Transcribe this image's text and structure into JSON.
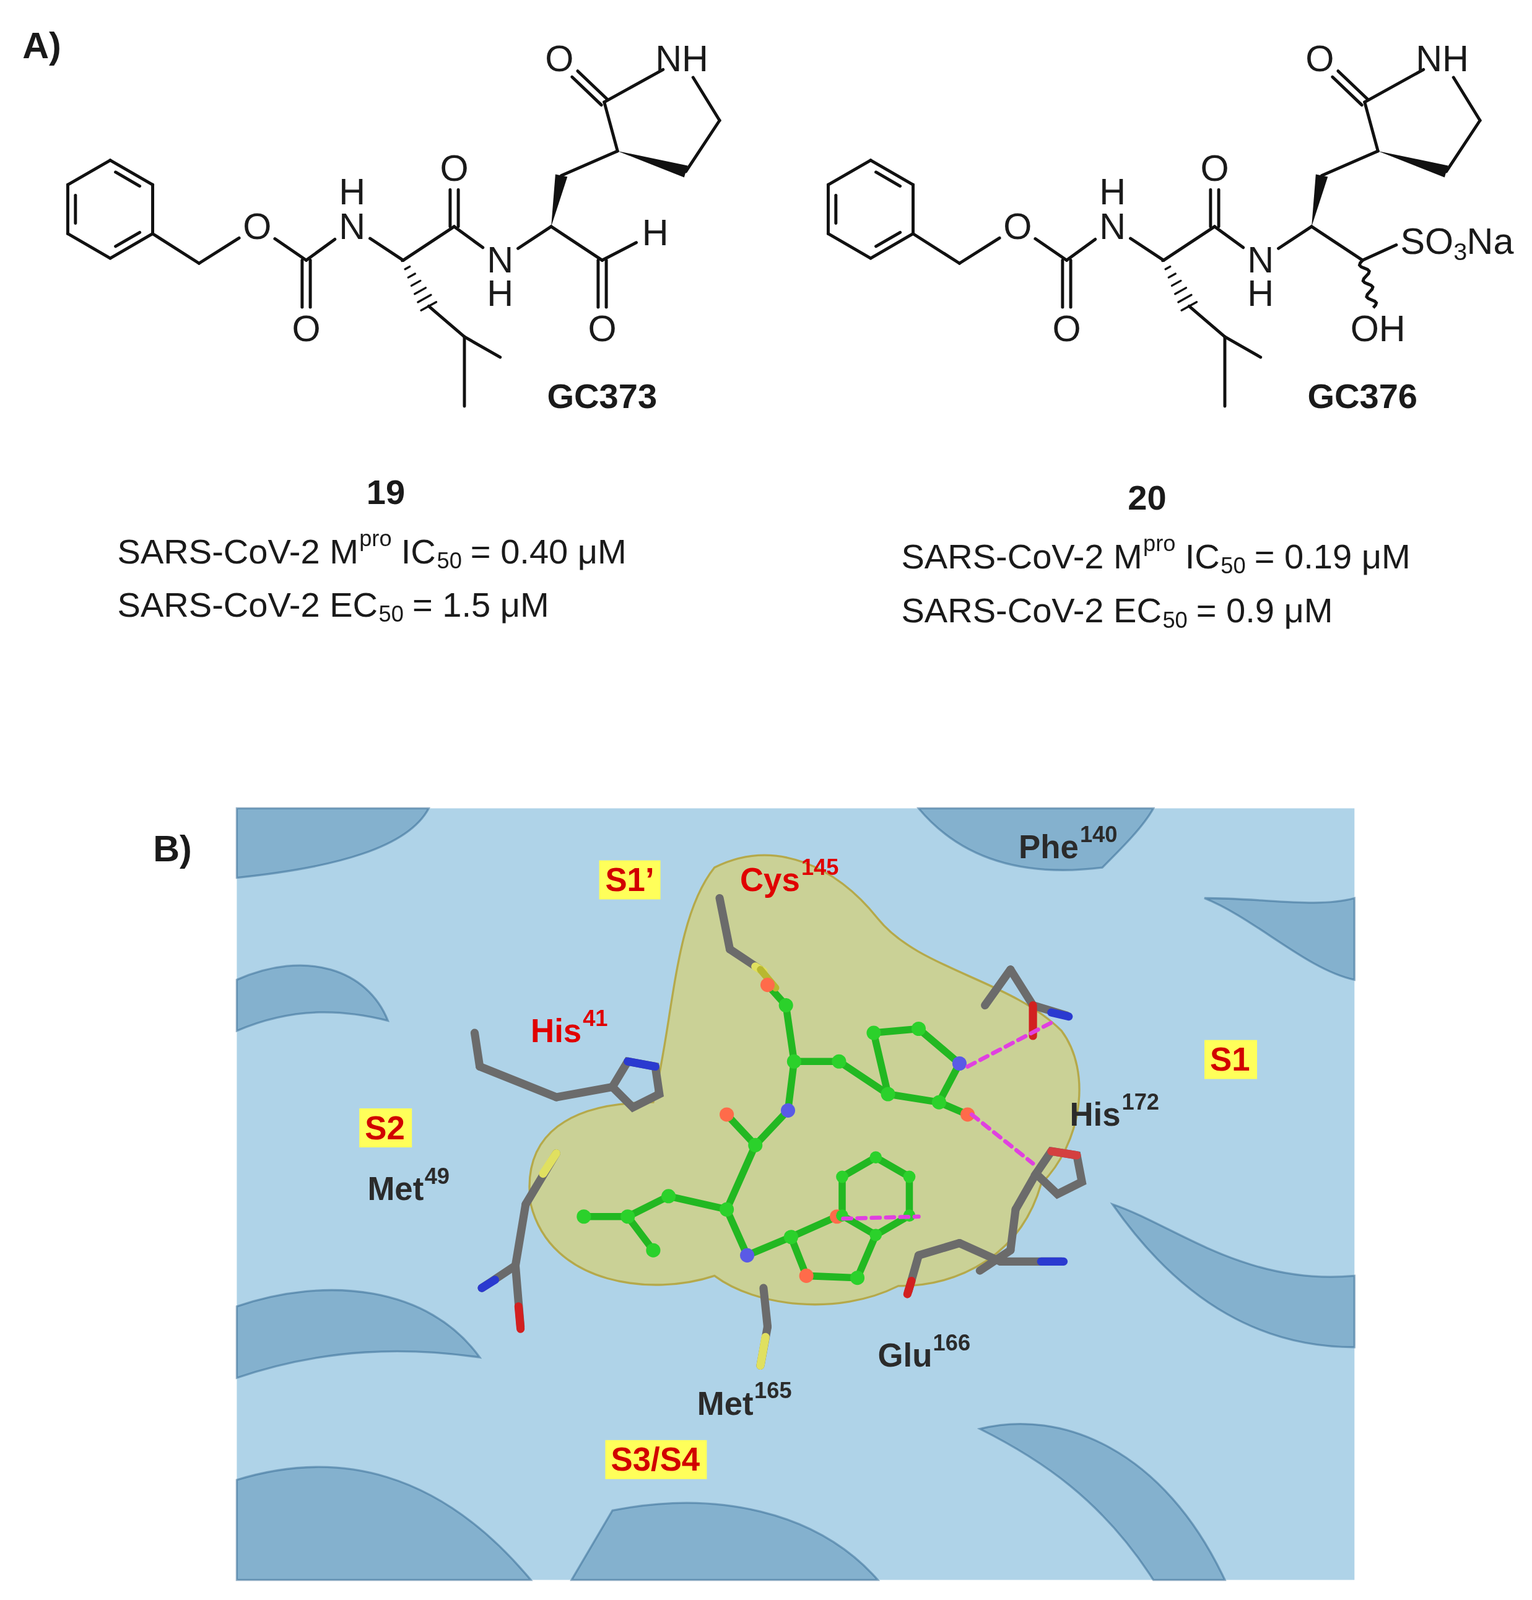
{
  "diagram": {
    "nodes": [
      {
        "text": [
          "S1’"
        ]
      },
      {
        "text": [
          "S1"
        ]
      },
      {
        "text": [
          "S2"
        ]
      },
      {
        "text": [
          "S3/S4"
        ]
      }
    ],
    "labels": [
      "A)",
      "O",
      "O",
      "H",
      "N",
      "O",
      "N",
      "H",
      "O",
      "H",
      "O",
      "NH",
      "GC373",
      "19",
      "SARS-CoV-2 M",
      "pro",
      "IC",
      "50",
      "= 0.40 μM",
      "SARS-CoV-2 EC",
      "50",
      "= 1.5 μM",
      "O",
      "O",
      "H",
      "N",
      "O",
      "N",
      "H",
      "OH",
      "SO",
      "3",
      "Na",
      "O",
      "NH",
      "GC376",
      "20",
      "SARS-CoV-2 M",
      "pro",
      "IC",
      "50",
      "= 0.19 μM",
      "SARS-CoV-2 EC",
      "50",
      "= 0.9 μM",
      "B)",
      "Cys",
      "145",
      "Phe",
      "140",
      "His",
      "41",
      "Met",
      "49",
      "His",
      "172",
      "Glu",
      "166",
      "Met",
      "165"
    ]
  }
}
